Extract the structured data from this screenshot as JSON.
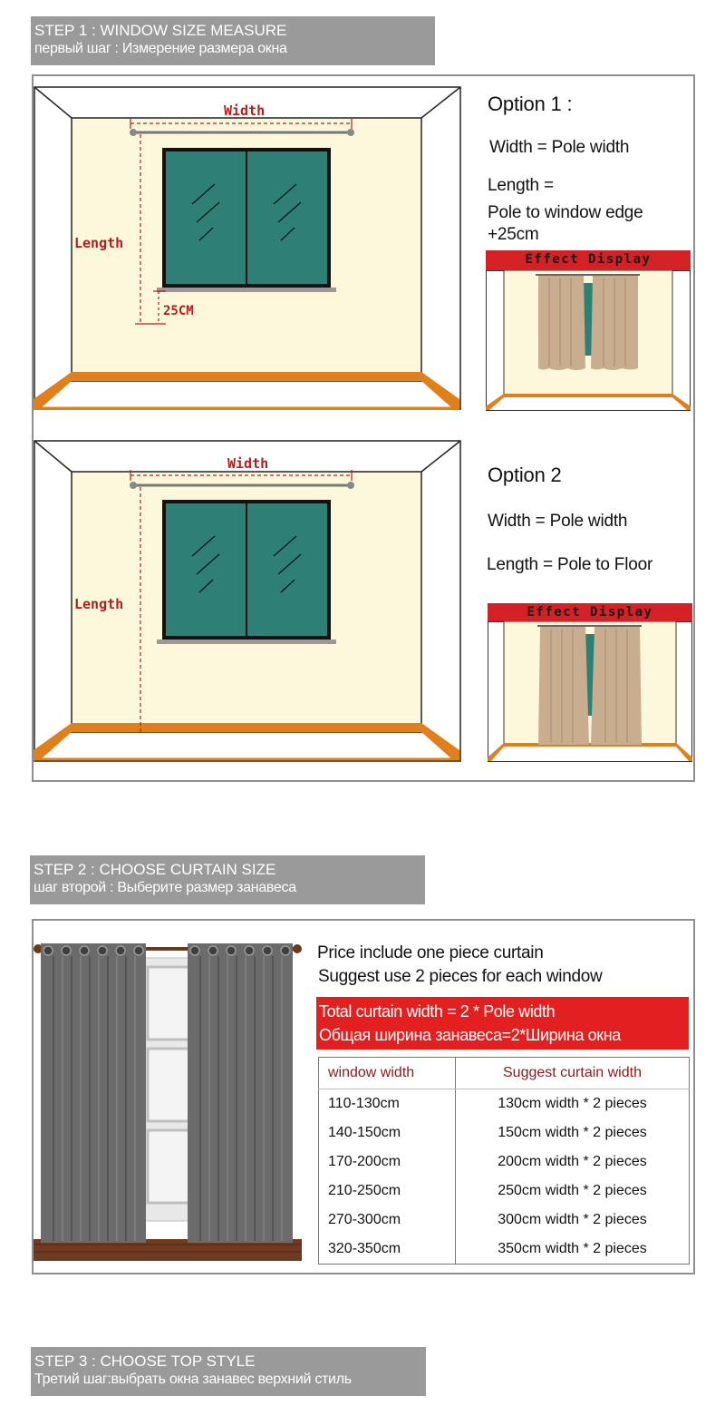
{
  "step1": {
    "title": "STEP 1 : WINDOW SIZE MEASURE",
    "subtitle": "первый шаг : Измерение размера окна",
    "option1": {
      "title": "Option 1 :",
      "width_rule": "Width = Pole width",
      "length_rule_1": "Length =",
      "length_rule_2": "Pole to window edge",
      "length_rule_3": "+25cm",
      "effect_label": "Effect Display"
    },
    "option2": {
      "title": "Option 2",
      "width_rule": "Width = Pole width",
      "length_rule": "Length = Pole to Floor",
      "effect_label": "Effect Display"
    },
    "diagram_labels": {
      "width": "Width",
      "length": "Length",
      "gap": "25CM"
    }
  },
  "step2": {
    "title": "STEP 2 : CHOOSE CURTAIN SIZE",
    "subtitle": "шаг второй : Выберите размер занавеса",
    "price_note": "Price include one piece curtain",
    "suggest_note": "Suggest use 2 pieces for each window",
    "total_en": "Total curtain width = 2 * Pole width",
    "total_ru": "Общая ширина занавеса=2*Ширина окна",
    "table": {
      "headers": [
        "window width",
        "Suggest curtain width"
      ],
      "rows": [
        [
          "110-130cm",
          "130cm width * 2 pieces"
        ],
        [
          "140-150cm",
          "150cm width * 2 pieces"
        ],
        [
          "170-200cm",
          "200cm width * 2 pieces"
        ],
        [
          "210-250cm",
          "250cm width * 2 pieces"
        ],
        [
          "270-300cm",
          "300cm width * 2 pieces"
        ],
        [
          "320-350cm",
          "350cm width * 2 pieces"
        ]
      ]
    }
  },
  "step3": {
    "title": "STEP 3 : CHOOSE TOP STYLE",
    "subtitle": "Третий шаг:выбрать окна занавес верхний стиль"
  },
  "colors": {
    "header_bg": "#9a9a9a",
    "wall": "#fdf8dc",
    "floor_trim": "#e0801c",
    "window_glass": "#2e8076",
    "accent_red": "#d32125",
    "label_red": "#b21e1e",
    "curtain_beige": "#c9ad8f",
    "curtain_gray": "#6b6b6b"
  }
}
